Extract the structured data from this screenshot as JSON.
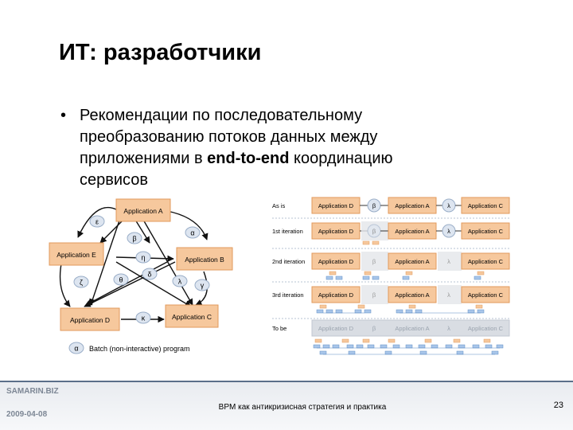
{
  "slide": {
    "title": "ИТ: разработчики",
    "bullet": {
      "marker": "•",
      "text_before": "Рекомендации по последовательному преобразованию потоков данных между приложениями в ",
      "text_bold": "end-to-end",
      "text_after": " координацию сервисов"
    }
  },
  "left_diagram": {
    "apps": {
      "a": "Application A",
      "b": "Application B",
      "c": "Application C",
      "d": "Application D",
      "e": "Application E"
    },
    "greek": {
      "epsilon": "ε",
      "alpha": "α",
      "beta": "β",
      "eta": "η",
      "delta": "δ",
      "zeta": "ζ",
      "theta": "θ",
      "lambda": "λ",
      "gamma": "γ",
      "kappa": "κ"
    },
    "legend": {
      "symbol": "α",
      "text": "Batch (non-interactive) program"
    },
    "colors": {
      "box_fill": "#f6c89d",
      "box_stroke": "#e19a5c",
      "oval_fill": "#dde5f0",
      "oval_stroke": "#9aaec8"
    }
  },
  "right_diagram": {
    "rows": [
      {
        "label": "As is",
        "app_d": "Application D",
        "beta": "β",
        "app_a": "Application A",
        "lambda": "λ",
        "app_c": "Application C"
      },
      {
        "label": "1st iteration",
        "app_d": "Application D",
        "beta": "β",
        "app_a": "Application A",
        "lambda": "λ",
        "app_c": "Application C"
      },
      {
        "label": "2nd iteration",
        "app_d": "Application D",
        "beta": "β",
        "app_a": "Application A",
        "lambda": "λ",
        "app_c": "Application C"
      },
      {
        "label": "3rd iteration",
        "app_d": "Application D",
        "beta": "β",
        "app_a": "Application A",
        "lambda": "λ",
        "app_c": "Application C"
      },
      {
        "label": "To be",
        "app_d": "Application D",
        "beta": "β",
        "app_a": "Application A",
        "lambda": "λ",
        "app_c": "Application C"
      }
    ]
  },
  "footer": {
    "company": "SAMARIN.BIZ",
    "date": "2009-04-08",
    "center": "BPM как антикризисная стратегия и практика",
    "page": "23"
  }
}
